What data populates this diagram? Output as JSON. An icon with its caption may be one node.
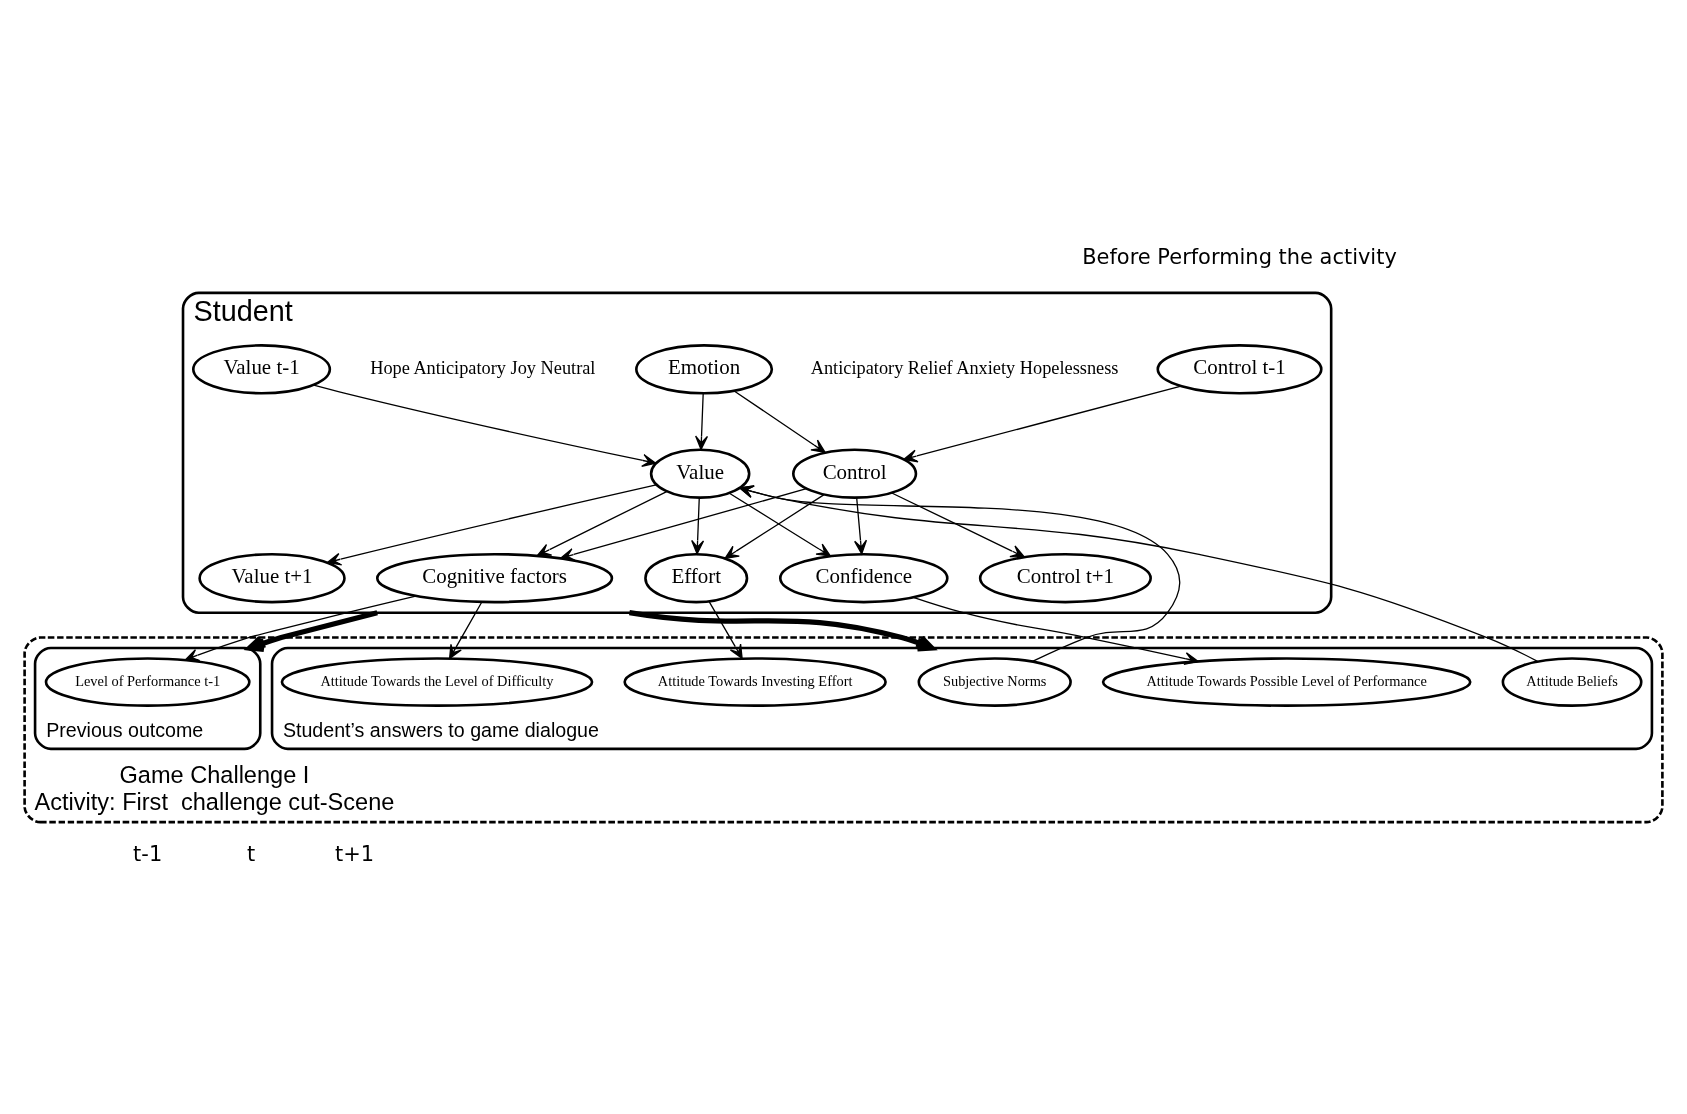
{
  "diagram": {
    "nodes": [
      {
        "text": [
          "Student"
        ]
      },
      {
        "text": [
          "Control t-1"
        ],
        "in": 0
      },
      {
        "text": [
          "Value t-1"
        ],
        "in": 0
      },
      {
        "text": [
          "Emotion"
        ],
        "in": 0,
        "beside": [
          "Hope Anticipatory Joy Neutral",
          "Anticipatory Relief Anxiety Hopelessness"
        ]
      },
      {
        "text": [
          "Value"
        ],
        "in": 0
      },
      {
        "text": [
          "Control"
        ],
        "in": 0
      },
      {
        "text": [
          "Value t+1"
        ],
        "in": 0
      },
      {
        "text": [
          "Control t+1"
        ],
        "in": 0
      },
      {
        "text": [
          "Effort"
        ],
        "in": 0
      },
      {
        "text": [
          "Confidence"
        ],
        "in": 0
      },
      {
        "text": [
          "Cognitive factors"
        ],
        "in": 0
      },
      {
        "text": [
          "Game Challenge I",
          "Activity: First  challenge cut-Scene"
        ]
      },
      {
        "text": [
          "Student’s answers to game dialogue"
        ],
        "in": 11
      },
      {
        "text": [
          "Subjective Norms"
        ],
        "in": 12
      },
      {
        "text": [
          "Attitude Beliefs"
        ],
        "in": 12
      },
      {
        "text": [
          "Attitude Towards Possible Level of Performance"
        ],
        "in": 12
      },
      {
        "text": [
          "Attitude Towards Investing Effort"
        ],
        "in": 12
      },
      {
        "text": [
          "Attitude Towards the Level of Difficulty"
        ],
        "in": 12
      },
      {
        "text": [
          "Previous outcome"
        ],
        "in": 11
      },
      {
        "text": [
          "Level of Performance t-1"
        ],
        "in": 18
      }
    ],
    "edges": [
      {
        "from": 1,
        "to": 5,
        "arrow": "to"
      },
      {
        "from": 2,
        "to": 4,
        "arrow": "to"
      },
      {
        "from": 3,
        "to": 4,
        "arrow": "to"
      },
      {
        "from": 3,
        "to": 5,
        "arrow": "to"
      },
      {
        "from": 4,
        "to": 6,
        "arrow": "to"
      },
      {
        "from": 5,
        "to": 7,
        "arrow": "to"
      },
      {
        "from": 4,
        "to": 8,
        "arrow": "to"
      },
      {
        "from": 4,
        "to": 9,
        "arrow": "to"
      },
      {
        "from": 4,
        "to": 10,
        "arrow": "to"
      },
      {
        "from": 5,
        "to": 8,
        "arrow": "to"
      },
      {
        "from": 5,
        "to": 9,
        "arrow": "to"
      },
      {
        "from": 5,
        "to": 10,
        "arrow": "to"
      },
      {
        "from": 13,
        "to": 4,
        "arrow": "to"
      },
      {
        "from": 14,
        "to": 4,
        "arrow": "to"
      },
      {
        "from": 8,
        "to": 16,
        "arrow": "to"
      },
      {
        "from": 9,
        "to": 15,
        "arrow": "to"
      },
      {
        "from": 10,
        "to": 17,
        "arrow": "to"
      },
      {
        "from": 10,
        "to": 19,
        "arrow": "to"
      },
      {
        "from": 0,
        "to": 12,
        "arrow": "to",
        "style": "thick"
      },
      {
        "from": 0,
        "to": 18,
        "arrow": "to",
        "style": "thick"
      }
    ],
    "labels": [
      "Before Performing the activity",
      "t-1",
      "t",
      "t+1"
    ]
  }
}
